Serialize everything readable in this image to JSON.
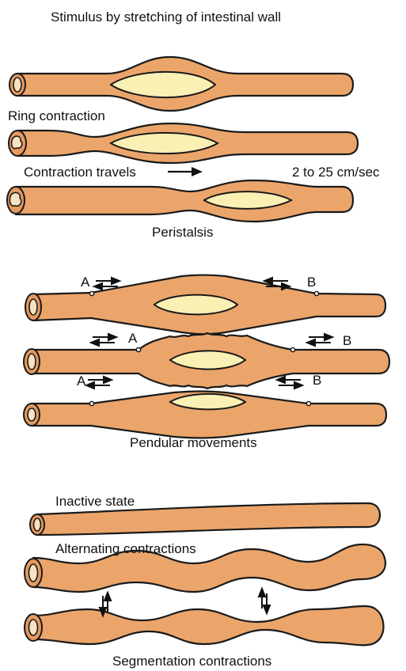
{
  "labels": {
    "top_title": "Stimulus by stretching of intestinal wall",
    "ring_contraction": "Ring contraction",
    "contraction_travels": "Contraction travels",
    "speed": "2 to 25 cm/sec",
    "peristalsis": "Peristalsis",
    "pendular": "Pendular movements",
    "inactive": "Inactive state",
    "alternating": "Alternating contractions",
    "segmentation": "Segmentation contractions"
  },
  "points": {
    "a": "A",
    "b": "B"
  },
  "colors": {
    "intestine_fill": "#eba56b",
    "bolus_fill": "#fbf0b4",
    "outline": "#1a1a1a",
    "background": "#ffffff"
  }
}
